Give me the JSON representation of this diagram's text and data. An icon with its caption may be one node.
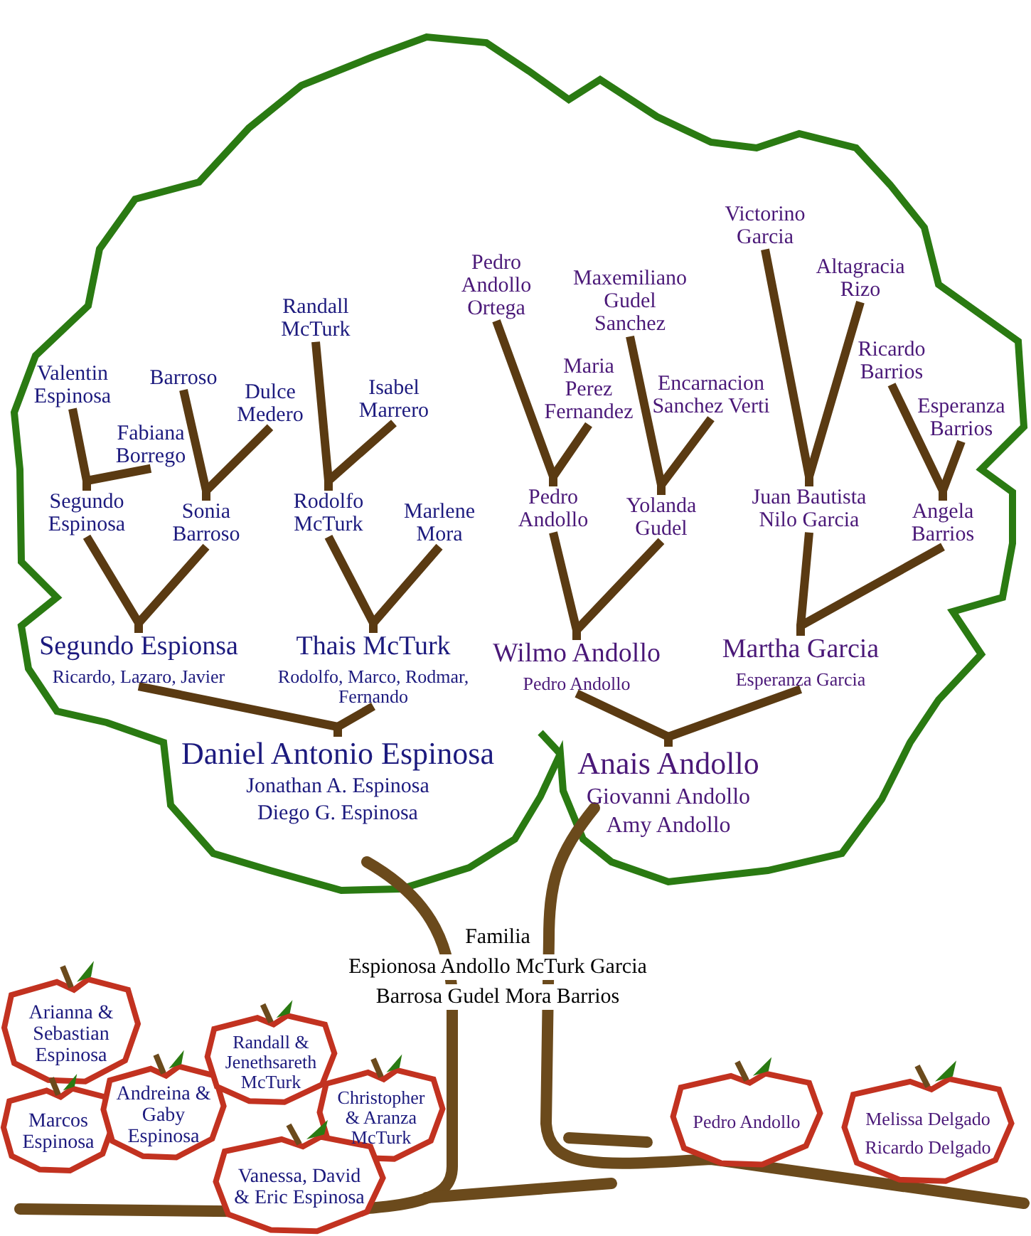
{
  "diagram": {
    "nodes": [
      {
        "text": [
          "Valentin Espinosa"
        ]
      },
      {
        "text": [
          "Fabiana Borrego"
        ]
      },
      {
        "text": [
          "Barroso"
        ]
      },
      {
        "text": [
          "Dulce Medero"
        ]
      },
      {
        "text": [
          "Randall McTurk"
        ]
      },
      {
        "text": [
          "Isabel Marrero"
        ]
      },
      {
        "text": [
          "Segundo Espinosa"
        ]
      },
      {
        "text": [
          "Sonia Barroso"
        ]
      },
      {
        "text": [
          "Rodolfo McTurk"
        ]
      },
      {
        "text": [
          "Marlene Mora"
        ]
      },
      {
        "text": [
          "Segundo Espionsa",
          "Ricardo, Lazaro, Javier"
        ]
      },
      {
        "text": [
          "Thais McTurk",
          "Rodolfo, Marco, Rodmar, Fernando"
        ]
      },
      {
        "text": [
          "Daniel Antonio Espinosa",
          "Jonathan A. Espinosa",
          "Diego G. Espinosa"
        ]
      },
      {
        "text": [
          "Pedro Andollo Ortega"
        ]
      },
      {
        "text": [
          "Maria Perez Fernandez"
        ]
      },
      {
        "text": [
          "Maxemiliano Gudel Sanchez"
        ]
      },
      {
        "text": [
          "Encarnacion Sanchez Verti"
        ]
      },
      {
        "text": [
          "Victorino Garcia"
        ]
      },
      {
        "text": [
          "Altagracia Rizo"
        ]
      },
      {
        "text": [
          "Ricardo Barrios"
        ]
      },
      {
        "text": [
          "Esperanza Barrios"
        ]
      },
      {
        "text": [
          "Pedro Andollo"
        ]
      },
      {
        "text": [
          "Yolanda Gudel"
        ]
      },
      {
        "text": [
          "Juan Bautista Nilo Garcia"
        ]
      },
      {
        "text": [
          "Angela Barrios"
        ]
      },
      {
        "text": [
          "Wilmo Andollo",
          "Pedro Andollo"
        ]
      },
      {
        "text": [
          "Martha Garcia",
          "Esperanza Garcia"
        ]
      },
      {
        "text": [
          "Anais Andollo",
          "Giovanni Andollo",
          "Amy Andollo"
        ]
      },
      {
        "text": [
          "Arianna & Sebastian Espinosa"
        ]
      },
      {
        "text": [
          "Marcos Espinosa"
        ]
      },
      {
        "text": [
          "Andreina & Gaby Espinosa"
        ]
      },
      {
        "text": [
          "Randall & Jenethsareth McTurk"
        ]
      },
      {
        "text": [
          "Christopher & Aranza McTurk"
        ]
      },
      {
        "text": [
          "Vanessa, David & Eric Espinosa"
        ]
      },
      {
        "text": [
          "Pedro Andollo"
        ]
      },
      {
        "text": [
          "Melissa Delgado",
          "Ricardo Delgado"
        ]
      }
    ],
    "edges": [
      {
        "from": 0,
        "to": 6,
        "arrow": "none"
      },
      {
        "from": 1,
        "to": 6,
        "arrow": "none"
      },
      {
        "from": 2,
        "to": 7,
        "arrow": "none"
      },
      {
        "from": 3,
        "to": 7,
        "arrow": "none"
      },
      {
        "from": 4,
        "to": 8,
        "arrow": "none"
      },
      {
        "from": 5,
        "to": 8,
        "arrow": "none"
      },
      {
        "from": 6,
        "to": 10,
        "arrow": "none"
      },
      {
        "from": 7,
        "to": 10,
        "arrow": "none"
      },
      {
        "from": 8,
        "to": 11,
        "arrow": "none"
      },
      {
        "from": 9,
        "to": 11,
        "arrow": "none"
      },
      {
        "from": 10,
        "to": 12,
        "arrow": "none"
      },
      {
        "from": 11,
        "to": 12,
        "arrow": "none"
      },
      {
        "from": 13,
        "to": 21,
        "arrow": "none"
      },
      {
        "from": 14,
        "to": 21,
        "arrow": "none"
      },
      {
        "from": 15,
        "to": 22,
        "arrow": "none"
      },
      {
        "from": 16,
        "to": 22,
        "arrow": "none"
      },
      {
        "from": 17,
        "to": 23,
        "arrow": "none"
      },
      {
        "from": 18,
        "to": 23,
        "arrow": "none"
      },
      {
        "from": 19,
        "to": 24,
        "arrow": "none"
      },
      {
        "from": 20,
        "to": 24,
        "arrow": "none"
      },
      {
        "from": 21,
        "to": 25,
        "arrow": "none"
      },
      {
        "from": 22,
        "to": 25,
        "arrow": "none"
      },
      {
        "from": 23,
        "to": 26,
        "arrow": "none"
      },
      {
        "from": 24,
        "to": 26,
        "arrow": "none"
      },
      {
        "from": 25,
        "to": 27,
        "arrow": "none"
      },
      {
        "from": 26,
        "to": 27,
        "arrow": "none"
      }
    ],
    "labels": [
      "Familia",
      "Espionosa Andollo McTurk Garcia",
      "Barrosa Gudel Mora Barrios"
    ]
  }
}
